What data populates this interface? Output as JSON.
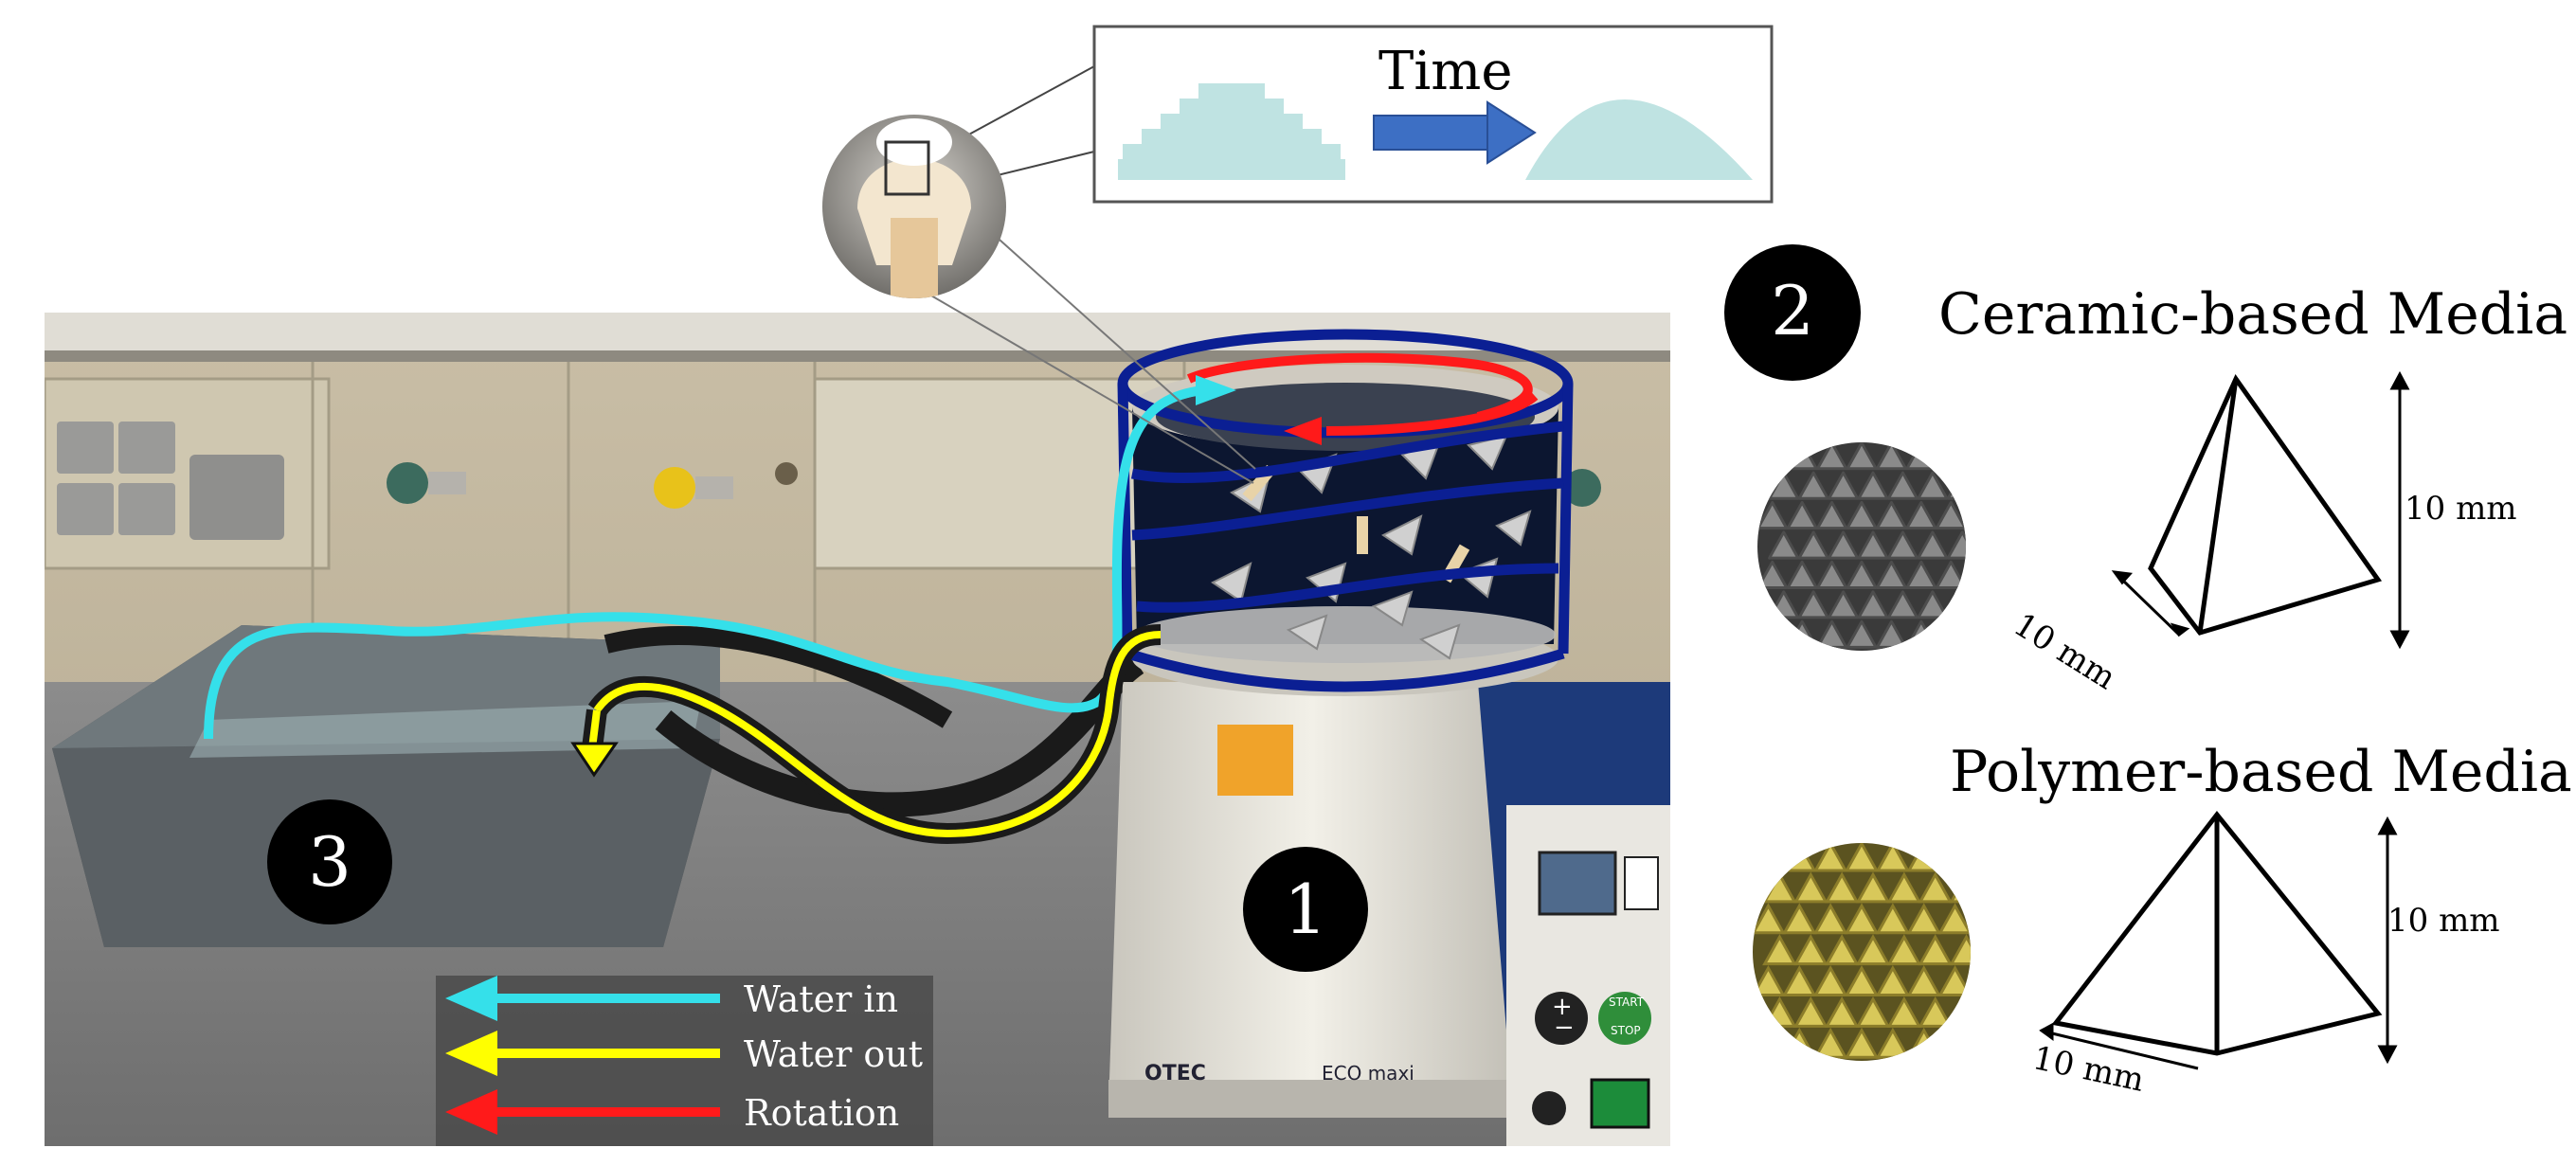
{
  "inset": {
    "time_label": "Time"
  },
  "machine": {
    "number": "1",
    "brand": "OTEC",
    "model": "ECO maxi",
    "panel_plus": "+",
    "panel_minus": "−",
    "start": "START",
    "stop": "STOP"
  },
  "media": {
    "number": "2",
    "ceramic": {
      "title": "Ceramic-based Media",
      "height_label": "10 mm",
      "base_label": "10 mm"
    },
    "polymer": {
      "title": "Polymer-based Media",
      "height_label": "10 mm",
      "base_label": "10 mm"
    }
  },
  "tank": {
    "number": "3"
  },
  "legend": {
    "items": [
      {
        "label": "Water in",
        "color": "#35e0ea"
      },
      {
        "label": "Water out",
        "color": "#ffff00"
      },
      {
        "label": "Rotation",
        "color": "#ff0000"
      }
    ]
  },
  "colors": {
    "bowl_outline": "#0b1f93",
    "layer_fill": "#bfe3e2",
    "time_arrow": "#3d6fc4",
    "ceramic_media": "#8a8a8a",
    "polymer_media": "#d8c85a"
  }
}
